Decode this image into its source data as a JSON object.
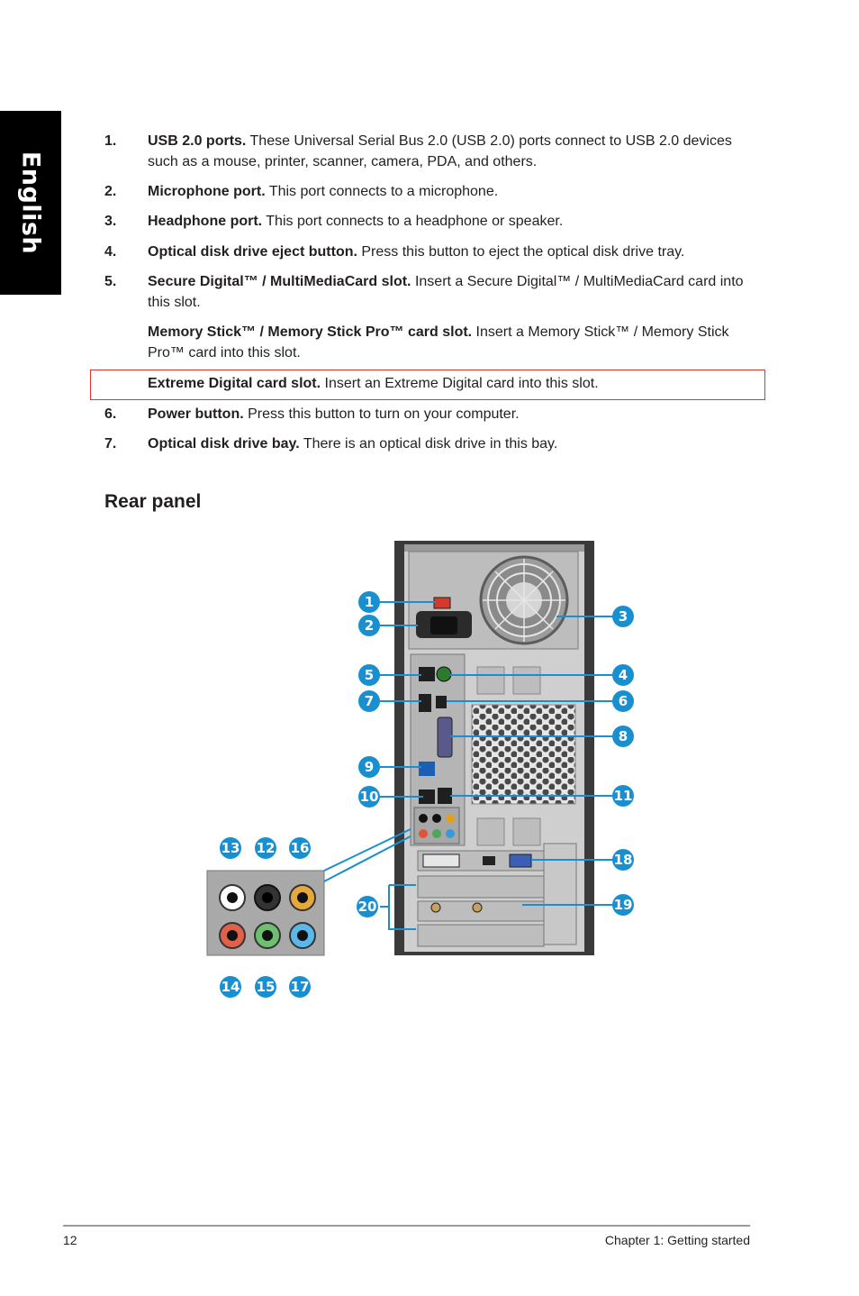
{
  "sidebar": {
    "language": "English"
  },
  "items": [
    {
      "num": "1.",
      "term": "USB 2.0 ports.",
      "desc": " These Universal Serial Bus 2.0 (USB 2.0) ports connect to USB 2.0 devices such as a mouse, printer, scanner, camera, PDA, and others."
    },
    {
      "num": "2.",
      "term": "Microphone port.",
      "desc": " This port connects to a microphone."
    },
    {
      "num": "3.",
      "term": "Headphone port.",
      "desc": " This port connects to a headphone or speaker."
    },
    {
      "num": "4.",
      "term": "Optical disk drive eject button.",
      "desc": " Press this button to eject the optical disk drive tray."
    },
    {
      "num": "5.",
      "term": "Secure Digital™ / MultiMediaCard slot.",
      "desc": " Insert a Secure Digital™ / MultiMediaCard card into this slot."
    },
    {
      "num": "",
      "term": "Memory Stick™ / Memory Stick Pro™ card slot.",
      "desc": " Insert a Memory Stick™ / Memory Stick Pro™ card into this slot."
    },
    {
      "num": "",
      "term": "Extreme Digital card slot.",
      "desc": " Insert an Extreme Digital card into this slot."
    },
    {
      "num": "6.",
      "term": "Power button.",
      "desc": " Press this button to turn on your computer."
    },
    {
      "num": "7.",
      "term": "Optical disk drive bay.",
      "desc": " There is an optical disk drive in this bay."
    }
  ],
  "section": {
    "title": "Rear panel"
  },
  "callouts": [
    "1",
    "2",
    "3",
    "4",
    "5",
    "6",
    "7",
    "8",
    "9",
    "10",
    "11",
    "12",
    "13",
    "14",
    "15",
    "16",
    "17",
    "18",
    "19",
    "20"
  ],
  "colors": {
    "callout": "#1a8fd0",
    "highlight": "#e03030",
    "tab": "#000000"
  },
  "footer": {
    "page_number": "12",
    "chapter": "Chapter 1: Getting started"
  }
}
